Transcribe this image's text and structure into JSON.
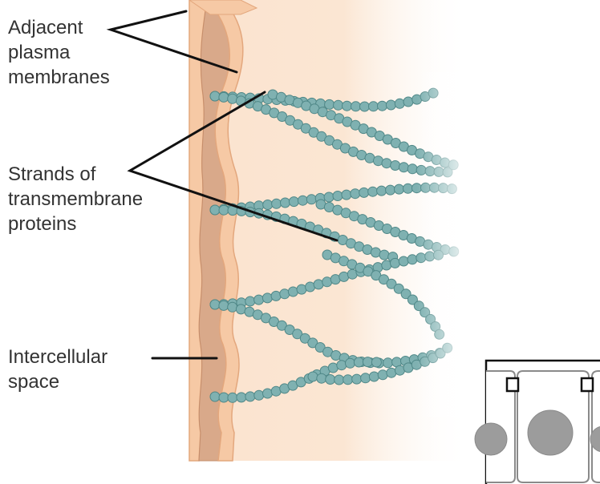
{
  "labels": {
    "adjacent_membranes": [
      "Adjacent",
      "plasma",
      "membranes"
    ],
    "strands": [
      "Strands of",
      "transmembrane",
      "proteins"
    ],
    "intercellular": [
      "Intercellular",
      "space"
    ]
  },
  "colors": {
    "cell_fill": "#fbe3cf",
    "membrane_fill": "#f6c9a5",
    "membrane_edge": "#e3a77d",
    "intercellular_space": "#d9a98a",
    "protein_bead": "#7fb1b1",
    "protein_bead_edge": "#4f8787",
    "leader_line": "#111111",
    "inset_border": "#111111",
    "nucleus": "#9c9c9c"
  },
  "icons": {
    "strand_unit": "bead-chain-icon",
    "inset": "epithelial-cells-inset-icon"
  }
}
